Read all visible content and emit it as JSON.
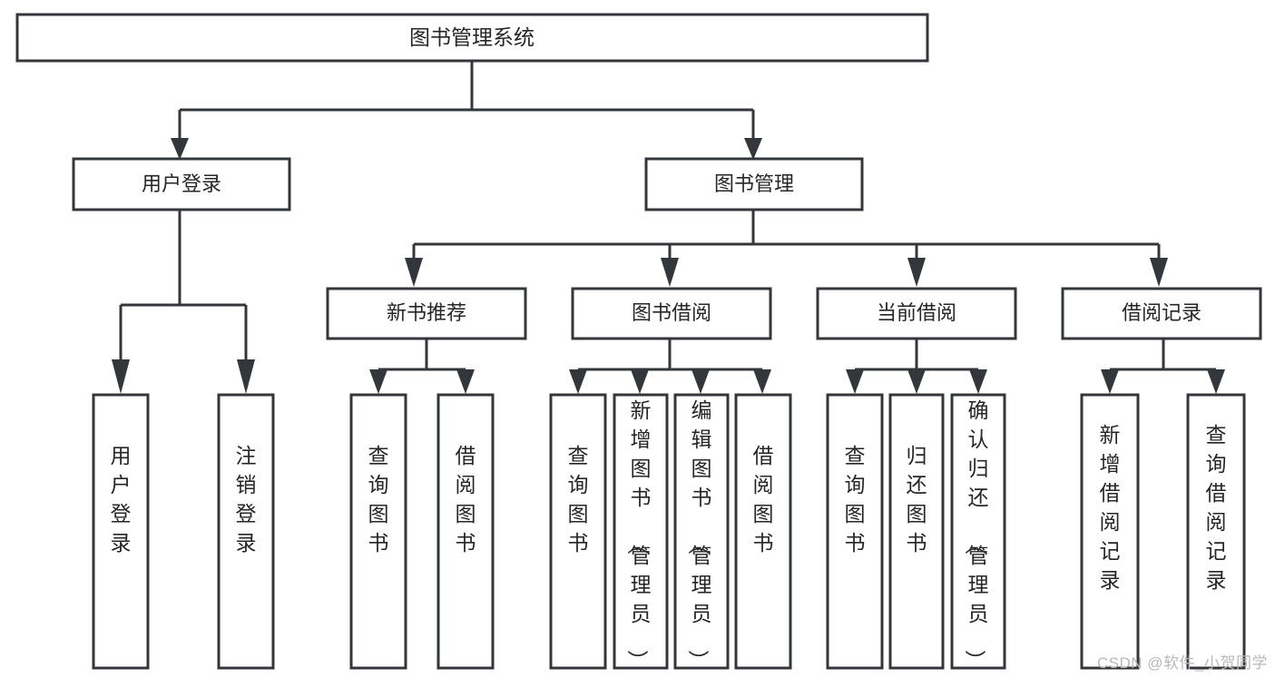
{
  "diagram": {
    "type": "tree",
    "title": "图书管理系统",
    "watermark": "CSDN @软件_小贺同学",
    "colors": {
      "box_stroke": "#33373b",
      "box_fill": "#ffffff",
      "line": "#33373b",
      "text": "#262626",
      "watermark": "#b8b8b8",
      "background": "#ffffff"
    },
    "levels": [
      {
        "level": 0,
        "nodes": [
          {
            "id": "root",
            "label": "图书管理系统",
            "orientation": "horizontal"
          }
        ]
      },
      {
        "level": 1,
        "nodes": [
          {
            "id": "l1-login",
            "label": "用户登录",
            "orientation": "horizontal",
            "parent": "root"
          },
          {
            "id": "l1-bookmgmt",
            "label": "图书管理",
            "orientation": "horizontal",
            "parent": "root"
          }
        ]
      },
      {
        "level": 2,
        "nodes": [
          {
            "id": "l2-newbook",
            "label": "新书推荐",
            "orientation": "horizontal",
            "parent": "l1-bookmgmt"
          },
          {
            "id": "l2-borrow",
            "label": "图书借阅",
            "orientation": "horizontal",
            "parent": "l1-bookmgmt"
          },
          {
            "id": "l2-current",
            "label": "当前借阅",
            "orientation": "horizontal",
            "parent": "l1-bookmgmt"
          },
          {
            "id": "l2-records",
            "label": "借阅记录",
            "orientation": "horizontal",
            "parent": "l1-bookmgmt"
          }
        ]
      },
      {
        "level": 3,
        "nodes": [
          {
            "id": "l3-1",
            "label": "用户登录",
            "orientation": "vertical",
            "parent": "l1-login"
          },
          {
            "id": "l3-2",
            "label": "注销登录",
            "orientation": "vertical",
            "parent": "l1-login"
          },
          {
            "id": "l3-3",
            "label": "查询图书",
            "orientation": "vertical",
            "parent": "l2-newbook"
          },
          {
            "id": "l3-4",
            "label": "借阅图书",
            "orientation": "vertical",
            "parent": "l2-newbook"
          },
          {
            "id": "l3-5",
            "label": "查询图书",
            "orientation": "vertical",
            "parent": "l2-borrow"
          },
          {
            "id": "l3-6",
            "label": "新增图书（管理员）",
            "orientation": "vertical",
            "parent": "l2-borrow"
          },
          {
            "id": "l3-7",
            "label": "编辑图书（管理员）",
            "orientation": "vertical",
            "parent": "l2-borrow"
          },
          {
            "id": "l3-8",
            "label": "借阅图书",
            "orientation": "vertical",
            "parent": "l2-borrow"
          },
          {
            "id": "l3-9",
            "label": "查询图书",
            "orientation": "vertical",
            "parent": "l2-current"
          },
          {
            "id": "l3-10",
            "label": "归还图书",
            "orientation": "vertical",
            "parent": "l2-current"
          },
          {
            "id": "l3-11",
            "label": "确认归还（管理员）",
            "orientation": "vertical",
            "parent": "l2-current"
          },
          {
            "id": "l3-12",
            "label": "新增借阅记录",
            "orientation": "vertical",
            "parent": "l2-records"
          },
          {
            "id": "l3-13",
            "label": "查询借阅记录",
            "orientation": "vertical",
            "parent": "l2-records"
          }
        ]
      }
    ]
  }
}
